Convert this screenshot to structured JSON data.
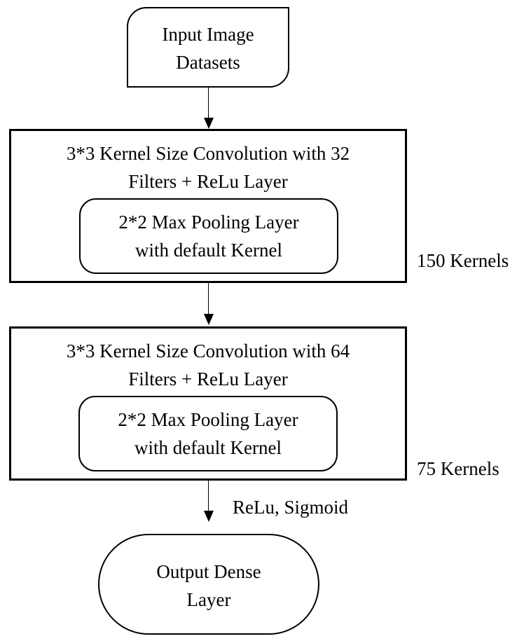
{
  "nodes": {
    "input": {
      "line1": "Input Image",
      "line2": "Datasets"
    },
    "conv1": {
      "line1": "3*3 Kernel Size Convolution with 32",
      "line2": "Filters + ReLu Layer",
      "pool": {
        "line1": "2*2 Max Pooling Layer",
        "line2": "with default Kernel"
      },
      "side_label": "150 Kernels"
    },
    "conv2": {
      "line1": "3*3 Kernel Size Convolution with 64",
      "line2": "Filters + ReLu Layer",
      "pool": {
        "line1": "2*2 Max Pooling Layer",
        "line2": "with default Kernel"
      },
      "side_label": "75 Kernels"
    },
    "output": {
      "line1": "Output Dense",
      "line2": "Layer"
    }
  },
  "edges": {
    "conv2_to_output_label": "ReLu, Sigmoid"
  },
  "colors": {
    "stroke": "#000000",
    "fill": "#ffffff",
    "text": "#000000"
  }
}
